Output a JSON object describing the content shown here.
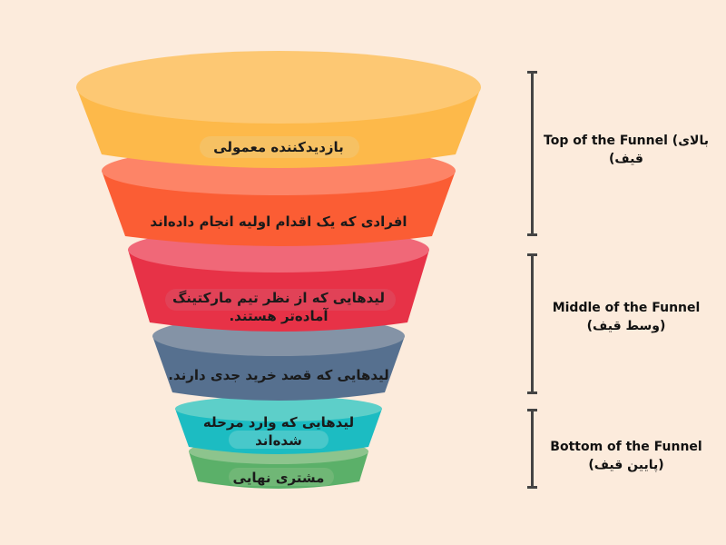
{
  "layers": [
    {
      "label": "بازدیدکننده معمولی",
      "color_top": "#fdc873",
      "color_body": "#fdb94a"
    },
    {
      "label": "افرادی که یک اقدام اولیه انجام داده‌اند",
      "color_top": "#fd8467",
      "color_body": "#fb5d34"
    },
    {
      "label": "لیدهایی که از نظر تیم مارکتینگ آماده‌تر هستند.",
      "line1": "لیدهایی که از نظر تیم مارکتینگ",
      "line2": "آماده‌تر هستند.",
      "color_top": "#f06878",
      "color_body": "#e73247"
    },
    {
      "label": "لیدهایی که قصد خرید جدی دارند.",
      "color_top": "#8493a6",
      "color_body": "#56708f"
    },
    {
      "label": "لیدهایی که وارد مرحله شده‌اند",
      "line1": "لیدهایی که وارد مرحله",
      "line2": "شده‌اند",
      "color_top": "#5dcfc9",
      "color_body": "#1cbcc2"
    },
    {
      "label": "مشتری نهایی",
      "color_top": "#8dc48d",
      "color_body": "#5bb069"
    }
  ],
  "stages": [
    {
      "line1": "Top of the Funnel (بالای",
      "line2": "قیف)"
    },
    {
      "line1": "Middle of the Funnel",
      "line2": "(وسط قیف)"
    },
    {
      "line1": "Bottom of the Funnel",
      "line2": "(پایین قیف)"
    }
  ],
  "colors": {
    "background": "#fcebdc",
    "bracket": "#444444"
  }
}
